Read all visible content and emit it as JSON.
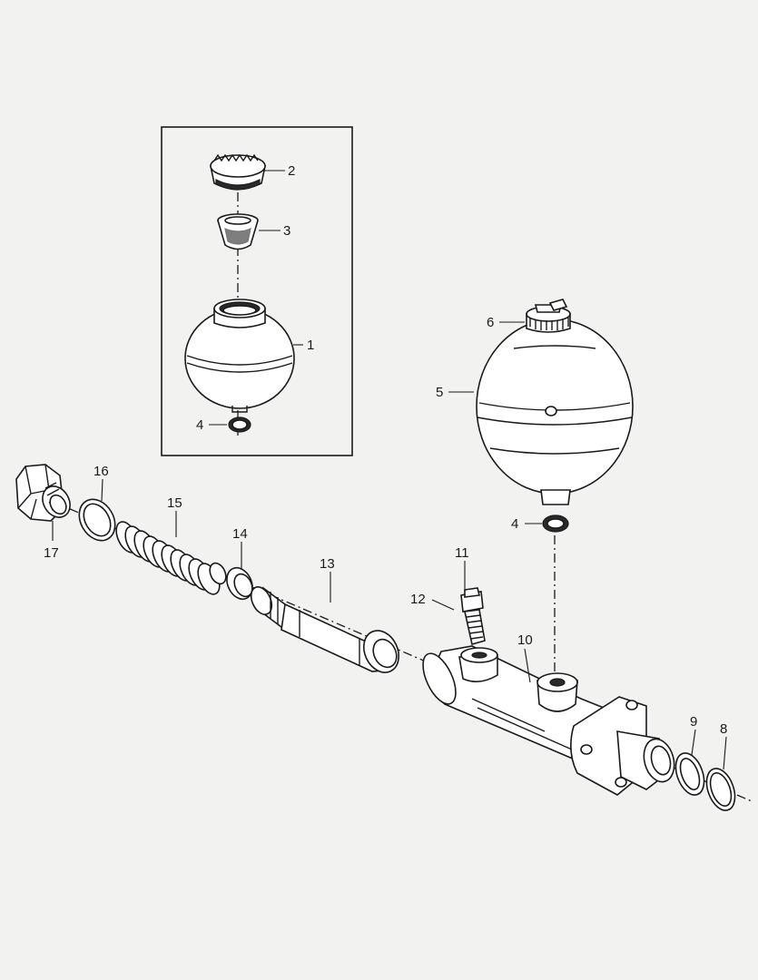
{
  "diagram": {
    "labels": {
      "p1": "1",
      "p2": "2",
      "p3": "3",
      "p4a": "4",
      "p4b": "4",
      "p5": "5",
      "p6": "6",
      "p8": "8",
      "p9": "9",
      "p10": "10",
      "p11": "11",
      "p12": "12",
      "p13": "13",
      "p14": "14",
      "p15": "15",
      "p16": "16",
      "p17": "17"
    }
  }
}
